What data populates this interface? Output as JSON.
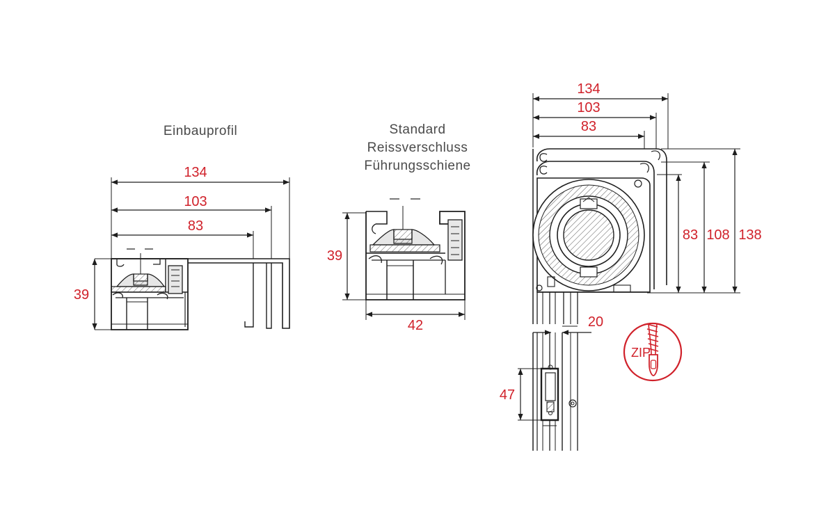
{
  "colors": {
    "dimension": "#d0212a",
    "line": "#1e1e1e",
    "title": "#4a4a4a",
    "fill": "#9a9a9a"
  },
  "panels": {
    "einbauprofil": {
      "title": "Einbauprofil",
      "dims": {
        "w1": "134",
        "w2": "103",
        "w3": "83",
        "h": "39"
      }
    },
    "standard": {
      "title_lines": [
        "Standard",
        "Reissverschluss",
        "Führungsschiene"
      ],
      "dims": {
        "h": "39",
        "w": "42"
      }
    },
    "cassette": {
      "dims": {
        "w1": "134",
        "w2": "103",
        "w3": "83",
        "h1": "83",
        "h2": "108",
        "h3": "138",
        "rail": "20",
        "bar": "47"
      }
    }
  },
  "zip_badge": {
    "label": "ZIP",
    "icon": "zipper-icon"
  }
}
